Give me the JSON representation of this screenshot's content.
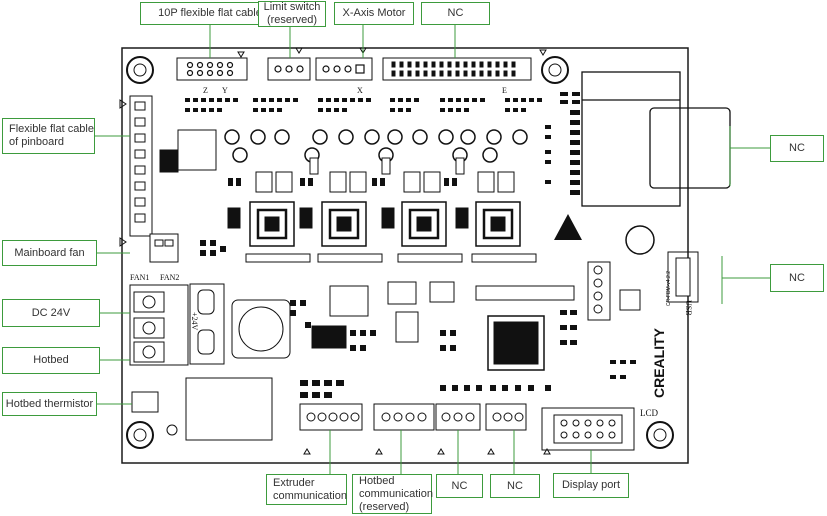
{
  "board": {
    "brand": "CREALITY",
    "model": "CR-FDM-v4.2.2",
    "silk_labels": {
      "fan1": "FAN1",
      "fan2": "FAN2",
      "voltage": "+24V",
      "lcd": "LCD",
      "usb": "USB",
      "axis_z": "Z",
      "axis_y": "Y",
      "axis_x": "X",
      "axis_e": "E"
    }
  },
  "callouts": {
    "ffc_10p": "10P flexible flat cable",
    "limit_switch": "Limit switch\n(reserved)",
    "x_axis_motor": "X-Axis Motor",
    "nc_top": "NC",
    "nc_right_top": "NC",
    "nc_right_mid": "NC",
    "ffc_pinboard": "Flexible flat cable\nof pinboard",
    "mainboard_fan": "Mainboard fan",
    "dc_24v": "DC 24V",
    "hotbed": "Hotbed",
    "hotbed_thermistor": "Hotbed thermistor",
    "extruder_comm": "Extruder\ncommunication",
    "hotbed_comm": "Hotbed\ncommunication\n(reserved)",
    "nc_bottom_1": "NC",
    "nc_bottom_2": "NC",
    "display_port": "Display port"
  },
  "colors": {
    "callout_border": "#3d9b3d",
    "leader_line": "#3d9b3d",
    "board_outline": "#1a1a1a",
    "component": "#111111"
  }
}
